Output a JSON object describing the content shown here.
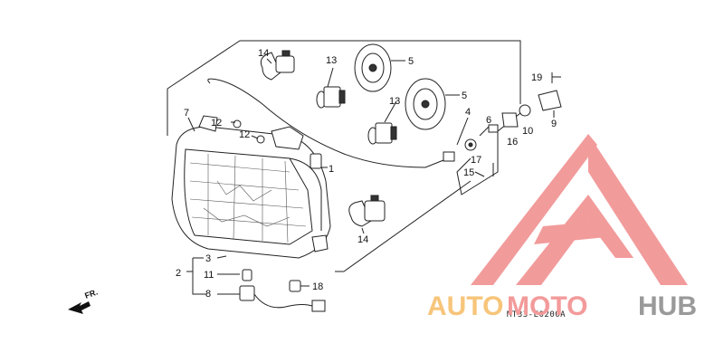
{
  "callouts": {
    "c1": "1",
    "c2": "2",
    "c3": "3",
    "c4": "4",
    "c5a": "5",
    "c5b": "5",
    "c6": "6",
    "c7": "7",
    "c8": "8",
    "c9": "9",
    "c10": "10",
    "c11": "11",
    "c12a": "12",
    "c12b": "12",
    "c13a": "13",
    "c13b": "13",
    "c14a": "14",
    "c14b": "14",
    "c15": "15",
    "c16": "16",
    "c17": "17",
    "c18": "18",
    "c19": "19"
  },
  "diagram_code": "MT33-E0200A",
  "direction_label": "FR.",
  "watermark": {
    "part1": "AUTO",
    "part2": "MOTO",
    "part3": "HUB",
    "logo_color": "#f08a8a",
    "color_auto": "#f7c57a",
    "color_moto": "#f39a9a",
    "color_hub": "#9a9a9a"
  }
}
